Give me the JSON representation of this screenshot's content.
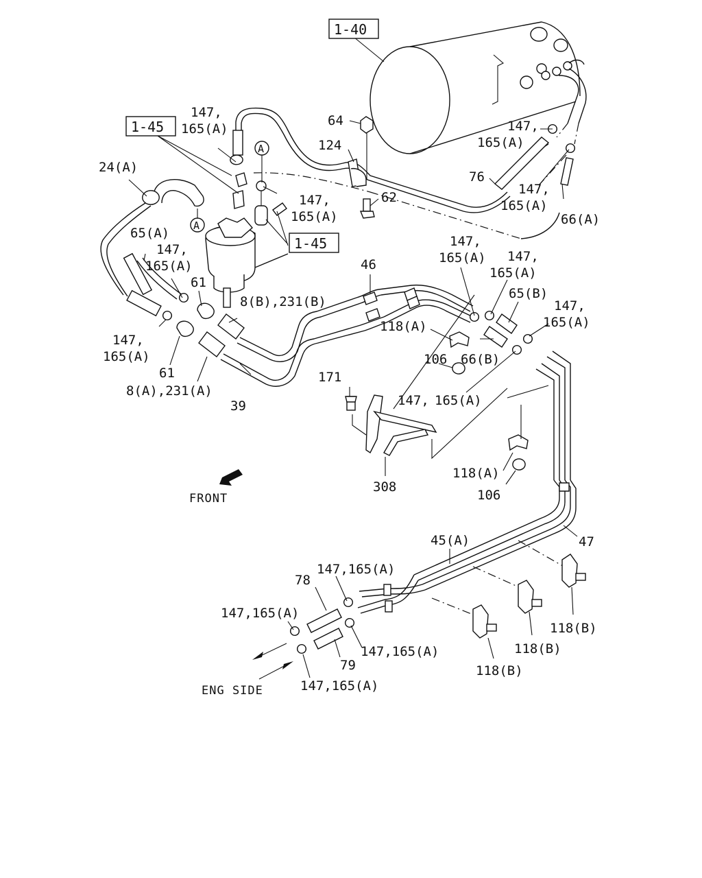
{
  "labels": {
    "ref_1_40": "1-40",
    "ref_1_45_a": "1-45",
    "ref_1_45_b": "1-45",
    "circle_a1": "A",
    "circle_a2": "A",
    "l_64": "64",
    "l_124": "124",
    "l_62": "62",
    "l_76": "76",
    "l_66a": "66(A)",
    "l_24a": "24(A)",
    "l_65a": "65(A)",
    "l_61a": "61",
    "l_61b": "61",
    "l_8b": "8(B),231(B)",
    "l_8a": "8(A),231(A)",
    "l_39": "39",
    "l_46": "46",
    "l_118a_1": "118(A)",
    "l_118a_2": "118(A)",
    "l_106_1": "106",
    "l_106_2": "106",
    "l_66b": "66(B)",
    "l_65b": "65(B)",
    "l_171": "171",
    "l_308": "308",
    "l_45a": "45(A)",
    "l_47": "47",
    "l_78": "78",
    "l_79": "79",
    "l_118b_1": "118(B)",
    "l_118b_2": "118(B)",
    "l_118b_3": "118(B)",
    "front": "FRONT",
    "eng_side": "ENG SIDE",
    "c_147_1a": "147,",
    "c_165_1b": "165(A)",
    "c_147_2a": "147,",
    "c_165_2b": "165(A)",
    "c_147_3a": "147,",
    "c_165_3b": "165(A)",
    "c_147_4a": "147,",
    "c_165_4b": "165(A)",
    "c_147_5a": "147,",
    "c_165_5b": "165(A)",
    "c_147_6a": "147,",
    "c_165_6b": "165(A)",
    "c_147_7a": "147,",
    "c_165_7b": "165(A)",
    "c_147_8a": "147,",
    "c_165_8b": "165(A)",
    "c_147_9a": "147,",
    "c_165_9b": "165(A)",
    "c_147_10a": "147,",
    "c_165_10b": "165(A)",
    "c_147_11": "147,165(A)",
    "c_147_12": "147,165(A)",
    "c_147_13": "147,165(A)",
    "c_147_14": "147,165(A)",
    "c_147_15": "147,165(A)"
  }
}
